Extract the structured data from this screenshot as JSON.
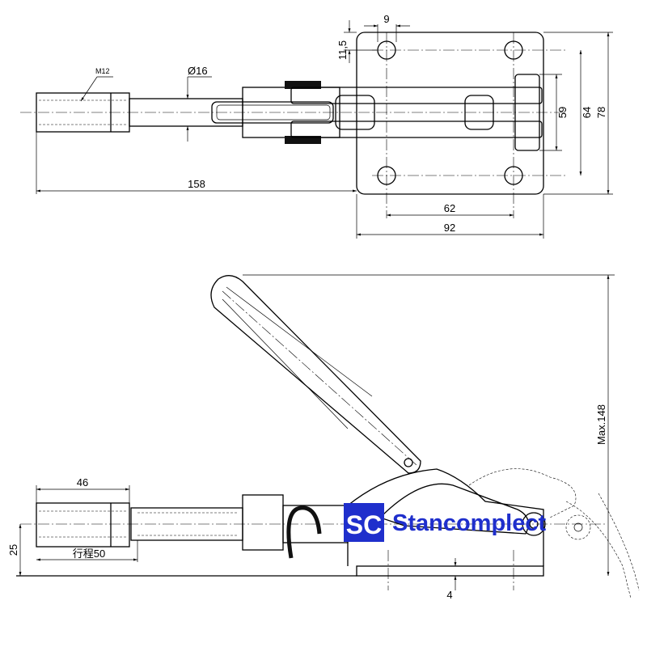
{
  "drawing": {
    "top_view": {
      "thread_label": "M12",
      "diameter_label": "Ø16",
      "dim_hole_width": "9",
      "dim_hole_offset": "11,5",
      "dim_length": "158",
      "dim_hole_spacing_x": "62",
      "dim_plate_width": "92",
      "dim_59": "59",
      "dim_64": "64",
      "dim_78": "78"
    },
    "side_view": {
      "dim_nut_length": "46",
      "dim_height": "25",
      "dim_stroke": "行程50",
      "dim_plate_thickness": "4",
      "dim_max_height": "Max.148"
    },
    "logo": {
      "text": "Stancomplect",
      "mark": "SC",
      "color": "#1f2fcc"
    }
  }
}
